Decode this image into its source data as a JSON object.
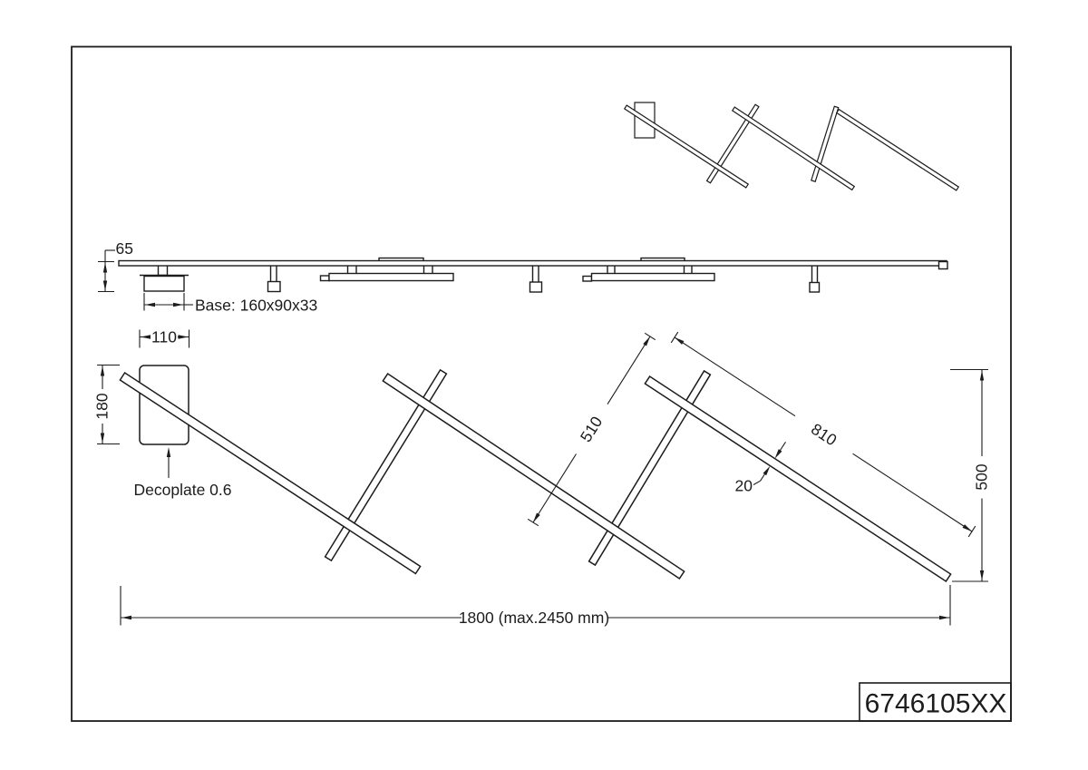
{
  "title_block": {
    "part_number": "6746105XX"
  },
  "side_view": {
    "height_label": "65",
    "base_label": "Base: 160x90x33"
  },
  "front_view": {
    "canopy_width_label": "110",
    "canopy_height_label": "180",
    "decoplate_label": "Decoplate 0.6",
    "cross_bar_length_label": "510",
    "bar_length_label": "810",
    "bar_thickness_label": "20",
    "height_label": "500",
    "overall_width_label": "1800 (max.2450 mm)"
  },
  "colors": {
    "line": "#1c1c1c",
    "background": "#ffffff"
  }
}
